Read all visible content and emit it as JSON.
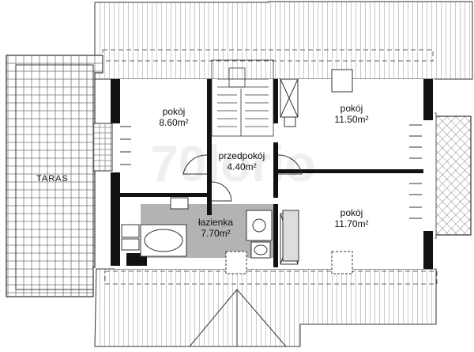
{
  "plan": {
    "rooms": [
      {
        "id": "pokoj-1",
        "name": "pokój",
        "area": "8.60m²"
      },
      {
        "id": "pokoj-2",
        "name": "pokój",
        "area": "11.50m²"
      },
      {
        "id": "przedpokoj",
        "name": "przedpokój",
        "area": "4.40m²"
      },
      {
        "id": "lazienka",
        "name": "łazienka",
        "area": "7.70m²"
      },
      {
        "id": "pokoj-3",
        "name": "pokój",
        "area": "11.70m²"
      }
    ],
    "terrace_label": "TARAS",
    "watermark": "70lorio"
  },
  "colors": {
    "wall": "#111111",
    "bathroom_floor": "#b3b3b3",
    "roof_line": "#555555",
    "background": "#ffffff"
  }
}
